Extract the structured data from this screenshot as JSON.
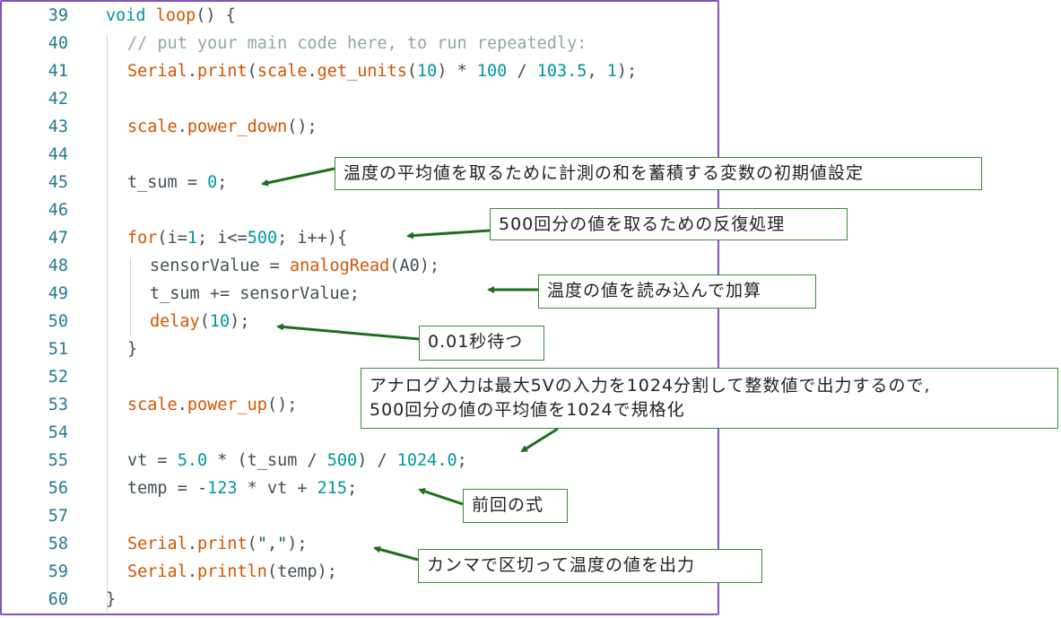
{
  "code": {
    "lines": [
      {
        "n": "39",
        "indent": 0,
        "tokens": [
          [
            "kw",
            "void "
          ],
          [
            "fn",
            "loop"
          ],
          [
            "p",
            "() {"
          ]
        ]
      },
      {
        "n": "40",
        "indent": 1,
        "tokens": [
          [
            "cm",
            "// put your main code here, to run repeatedly:"
          ]
        ]
      },
      {
        "n": "41",
        "indent": 1,
        "tokens": [
          [
            "fn",
            "Serial"
          ],
          [
            "p",
            "."
          ],
          [
            "fn",
            "print"
          ],
          [
            "p",
            "("
          ],
          [
            "fn",
            "scale"
          ],
          [
            "p",
            "."
          ],
          [
            "fn",
            "get_units"
          ],
          [
            "p",
            "("
          ],
          [
            "num",
            "10"
          ],
          [
            "p",
            ") * "
          ],
          [
            "num",
            "100"
          ],
          [
            "p",
            " / "
          ],
          [
            "num",
            "103.5"
          ],
          [
            "p",
            ", "
          ],
          [
            "num",
            "1"
          ],
          [
            "p",
            ");"
          ]
        ]
      },
      {
        "n": "42",
        "indent": 1,
        "tokens": []
      },
      {
        "n": "43",
        "indent": 1,
        "tokens": [
          [
            "fn",
            "scale"
          ],
          [
            "p",
            "."
          ],
          [
            "fn",
            "power_down"
          ],
          [
            "p",
            "();"
          ]
        ]
      },
      {
        "n": "44",
        "indent": 1,
        "tokens": []
      },
      {
        "n": "45",
        "indent": 1,
        "tokens": [
          [
            "tx",
            "t_sum = "
          ],
          [
            "num",
            "0"
          ],
          [
            "p",
            ";"
          ]
        ]
      },
      {
        "n": "46",
        "indent": 1,
        "tokens": []
      },
      {
        "n": "47",
        "indent": 1,
        "tokens": [
          [
            "fn",
            "for"
          ],
          [
            "p",
            "("
          ],
          [
            "tx",
            "i="
          ],
          [
            "num",
            "1"
          ],
          [
            "p",
            "; "
          ],
          [
            "tx",
            "i<="
          ],
          [
            "num",
            "500"
          ],
          [
            "p",
            "; "
          ],
          [
            "tx",
            "i++"
          ],
          [
            "p",
            "){"
          ]
        ]
      },
      {
        "n": "48",
        "indent": 2,
        "tokens": [
          [
            "tx",
            "sensorValue = "
          ],
          [
            "fn",
            "analogRead"
          ],
          [
            "p",
            "("
          ],
          [
            "tx",
            "A0"
          ],
          [
            "p",
            ");"
          ]
        ]
      },
      {
        "n": "49",
        "indent": 2,
        "tokens": [
          [
            "tx",
            "t_sum += sensorValue;"
          ]
        ]
      },
      {
        "n": "50",
        "indent": 2,
        "tokens": [
          [
            "fn",
            "delay"
          ],
          [
            "p",
            "("
          ],
          [
            "num",
            "10"
          ],
          [
            "p",
            ");"
          ]
        ]
      },
      {
        "n": "51",
        "indent": 1,
        "tokens": [
          [
            "p",
            "}"
          ]
        ]
      },
      {
        "n": "52",
        "indent": 1,
        "tokens": []
      },
      {
        "n": "53",
        "indent": 1,
        "tokens": [
          [
            "fn",
            "scale"
          ],
          [
            "p",
            "."
          ],
          [
            "fn",
            "power_up"
          ],
          [
            "p",
            "();"
          ]
        ]
      },
      {
        "n": "54",
        "indent": 1,
        "tokens": []
      },
      {
        "n": "55",
        "indent": 1,
        "tokens": [
          [
            "tx",
            "vt = "
          ],
          [
            "num",
            "5.0"
          ],
          [
            "p",
            " * (t_sum / "
          ],
          [
            "num",
            "500"
          ],
          [
            "p",
            ") / "
          ],
          [
            "num",
            "1024.0"
          ],
          [
            "p",
            ";"
          ]
        ]
      },
      {
        "n": "56",
        "indent": 1,
        "tokens": [
          [
            "tx",
            "temp = -"
          ],
          [
            "num",
            "123"
          ],
          [
            "p",
            " * vt + "
          ],
          [
            "num",
            "215"
          ],
          [
            "p",
            ";"
          ]
        ]
      },
      {
        "n": "57",
        "indent": 1,
        "tokens": []
      },
      {
        "n": "58",
        "indent": 1,
        "tokens": [
          [
            "fn",
            "Serial"
          ],
          [
            "p",
            "."
          ],
          [
            "fn",
            "print"
          ],
          [
            "p",
            "("
          ],
          [
            "str",
            "\",\""
          ],
          [
            "p",
            ");"
          ]
        ]
      },
      {
        "n": "59",
        "indent": 1,
        "tokens": [
          [
            "fn",
            "Serial"
          ],
          [
            "p",
            "."
          ],
          [
            "fn",
            "println"
          ],
          [
            "p",
            "("
          ],
          [
            "tx",
            "temp"
          ],
          [
            "p",
            ");"
          ]
        ]
      },
      {
        "n": "60",
        "indent": 0,
        "tokens": [
          [
            "p",
            "}"
          ]
        ]
      }
    ]
  },
  "annotations": {
    "tsum_init": "温度の平均値を取るために計測の和を蓄積する変数の初期値設定",
    "for_loop": "500回分の値を取るための反復処理",
    "accumulate": "温度の値を読み込んで加算",
    "delay": "0.01秒待つ",
    "normalize": "アナログ入力は最大5Vの入力を1024分割して整数値で出力するので,\n500回分の値の平均値を1024で規格化",
    "previous_formula": "前回の式",
    "output": "カンマで区切って温度の値を出力"
  },
  "colors": {
    "frame": "#8a4fc0",
    "annotation_border": "#3a8a3a",
    "arrow": "#1e6e1e"
  }
}
